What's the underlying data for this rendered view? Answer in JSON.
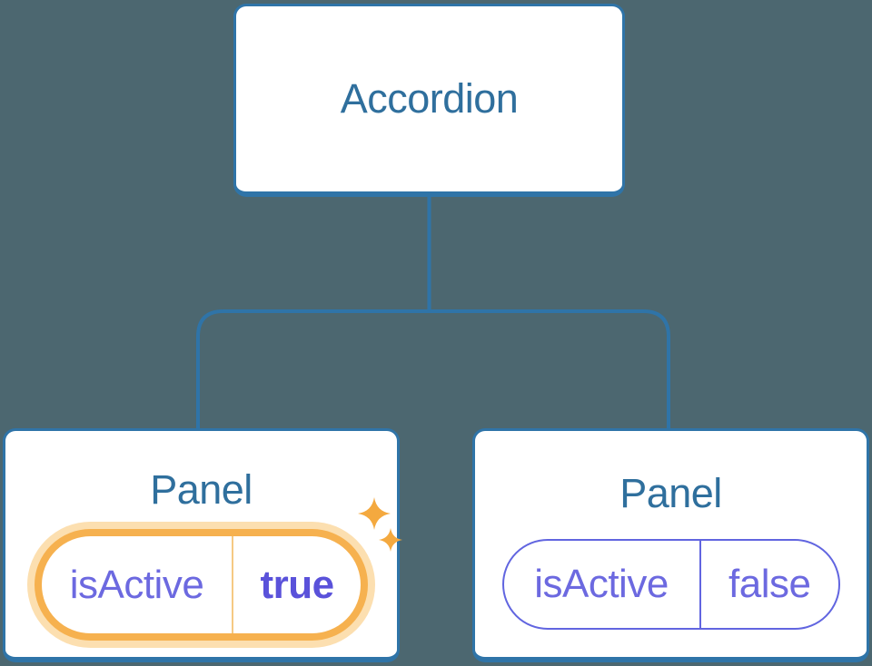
{
  "diagram": {
    "description": "Component tree showing an Accordion parent passing isActive state to two Panel children",
    "background_color": "#4c6770",
    "connector_color": "#2f74a8",
    "root": {
      "label": "Accordion"
    },
    "panels": [
      {
        "title": "Panel",
        "prop_name": "isActive",
        "prop_value": "true",
        "state": "active",
        "highlight": "orange ring with sparkles"
      },
      {
        "title": "Panel",
        "prop_name": "isActive",
        "prop_value": "false",
        "state": "inactive",
        "highlight": "none"
      }
    ],
    "colors": {
      "card_fill": "#ffffff",
      "card_border": "#2f74a8",
      "title_text": "#2f6f9d",
      "prop_text": "#6c69e0",
      "prop_value_active_text": "#5a52da",
      "active_ring": "#f6b14f",
      "active_halo": "#fcdfb0",
      "active_divider": "#f5c983",
      "inactive_pill_border": "#6165e0",
      "sparkle": "#f4a93f"
    }
  }
}
